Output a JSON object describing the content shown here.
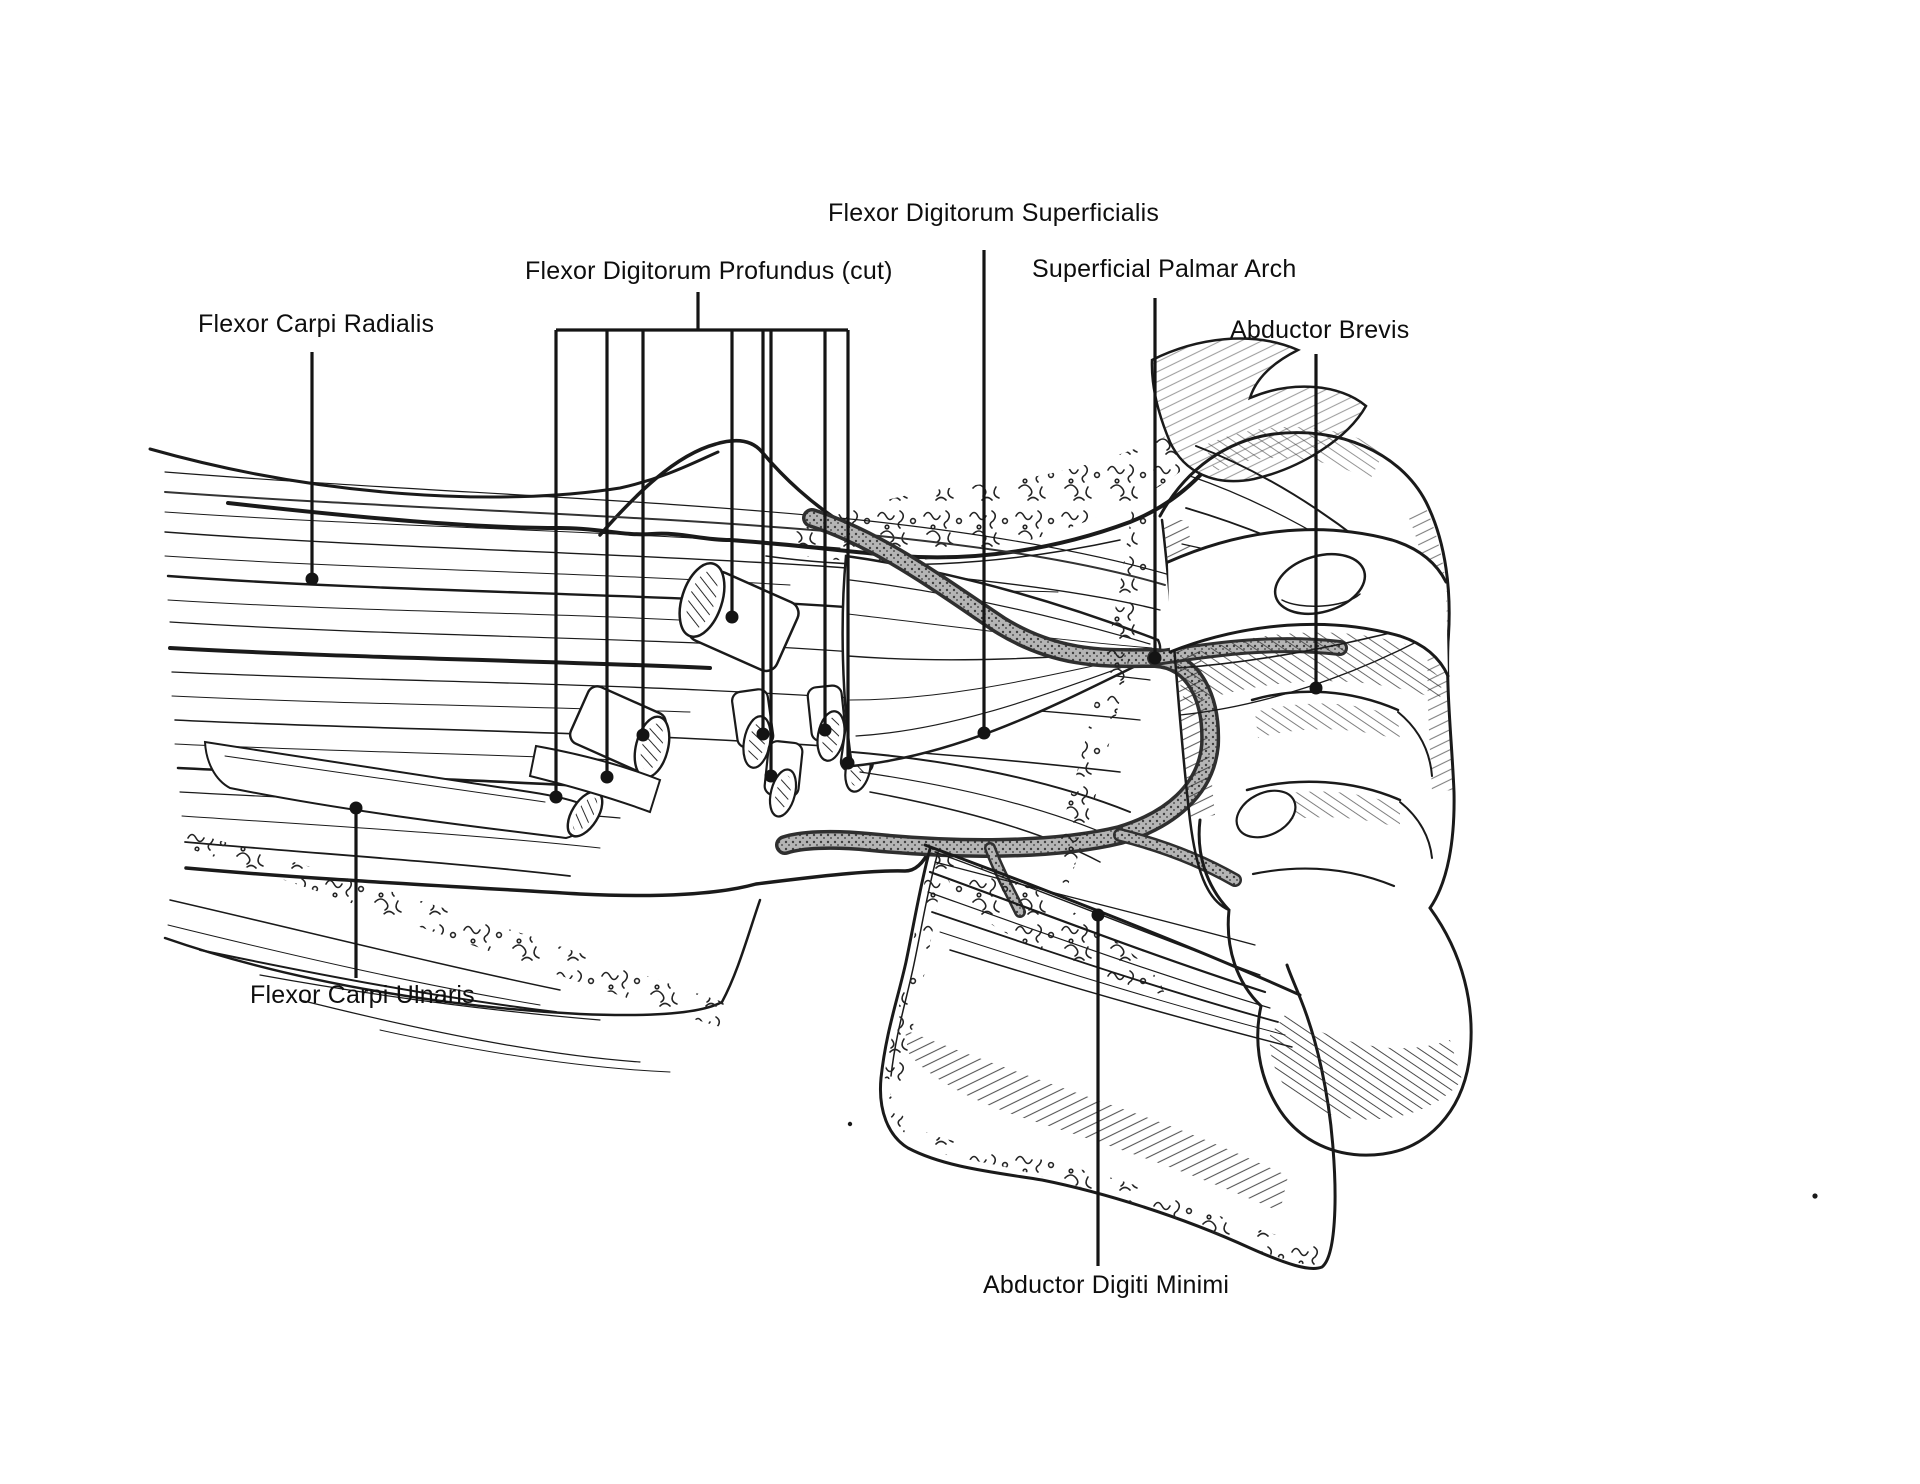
{
  "figure": {
    "kind": "anatomical line illustration",
    "background_color": "#ffffff",
    "ink_color": "#1a1a1a",
    "leader_line_color": "#141414",
    "artery_tone_color": "#b5b5b5"
  },
  "labels": [
    {
      "id": "flexor-carpi-radialis",
      "text": "Flexor Carpi Radialis"
    },
    {
      "id": "flexor-digitorum-profundus-cut",
      "text": "Flexor Digitorum Profundus (cut)"
    },
    {
      "id": "flexor-digitorum-superficialis",
      "text": "Flexor Digitorum Superficialis"
    },
    {
      "id": "superficial-palmar-arch",
      "text": "Superficial Palmar Arch"
    },
    {
      "id": "abductor-brevis",
      "text": "Abductor Brevis"
    },
    {
      "id": "flexor-carpi-ulnaris",
      "text": "Flexor Carpi Ulnaris"
    },
    {
      "id": "abductor-digiti-minimi",
      "text": "Abductor Digiti Minimi"
    }
  ]
}
